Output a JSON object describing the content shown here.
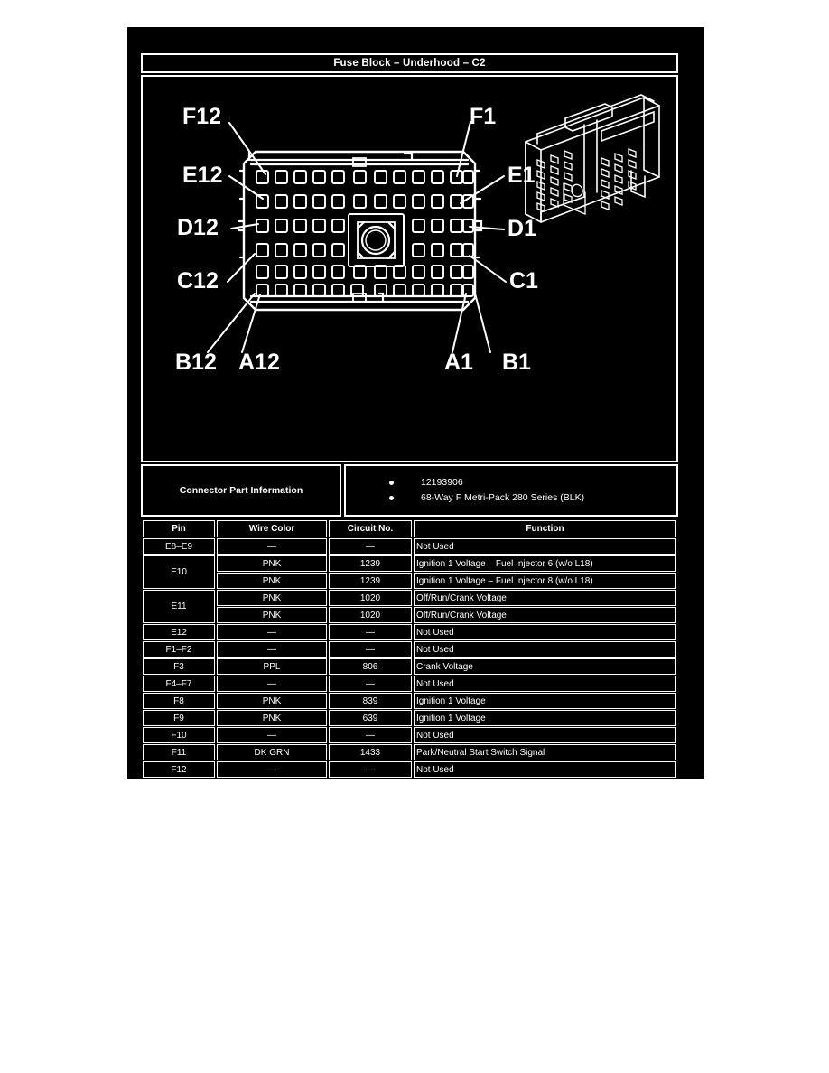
{
  "document": {
    "title": "Fuse Block – Underhood – C2"
  },
  "diagram": {
    "labels_left": [
      {
        "name": "F12",
        "text": "F12"
      },
      {
        "name": "E12",
        "text": "E12"
      },
      {
        "name": "D12",
        "text": "D12"
      },
      {
        "name": "C12",
        "text": "C12"
      }
    ],
    "labels_right": [
      {
        "name": "F1",
        "text": "F1"
      },
      {
        "name": "E1",
        "text": "E1"
      },
      {
        "name": "D1",
        "text": "D1"
      },
      {
        "name": "C1",
        "text": "C1"
      }
    ],
    "labels_bottom": [
      {
        "name": "B12",
        "text": "B12"
      },
      {
        "name": "A12",
        "text": "A12"
      },
      {
        "name": "A1",
        "text": "A1"
      },
      {
        "name": "B1",
        "text": "B1"
      }
    ],
    "grid": {
      "columns": 12,
      "rows": 6
    },
    "colors": {
      "line": "#ffffff",
      "background": "#000000"
    }
  },
  "connector_info": {
    "label": "Connector Part Information",
    "bullets": [
      "12193906",
      "68-Way F Metri-Pack 280 Series (BLK)"
    ]
  },
  "pin_table": {
    "headers": {
      "pin": "Pin",
      "wire_color": "Wire Color",
      "circuit_no": "Circuit No.",
      "function": "Function"
    },
    "rows": [
      {
        "pin": "E8–E9",
        "span": 1,
        "lines": [
          {
            "wire_color": "—",
            "circuit_no": "—",
            "function": "Not Used"
          }
        ]
      },
      {
        "pin": "E10",
        "span": 2,
        "lines": [
          {
            "wire_color": "PNK",
            "circuit_no": "1239",
            "function": "Ignition 1 Voltage – Fuel Injector 6 (w/o L18)"
          },
          {
            "wire_color": "PNK",
            "circuit_no": "1239",
            "function": "Ignition 1 Voltage – Fuel Injector 8 (w/o L18)"
          }
        ]
      },
      {
        "pin": "E11",
        "span": 2,
        "lines": [
          {
            "wire_color": "PNK",
            "circuit_no": "1020",
            "function": "Off/Run/Crank Voltage"
          },
          {
            "wire_color": "PNK",
            "circuit_no": "1020",
            "function": "Off/Run/Crank Voltage"
          }
        ]
      },
      {
        "pin": "E12",
        "span": 1,
        "lines": [
          {
            "wire_color": "—",
            "circuit_no": "—",
            "function": "Not Used"
          }
        ]
      },
      {
        "pin": "F1–F2",
        "span": 1,
        "lines": [
          {
            "wire_color": "—",
            "circuit_no": "—",
            "function": "Not Used"
          }
        ]
      },
      {
        "pin": "F3",
        "span": 1,
        "lines": [
          {
            "wire_color": "PPL",
            "circuit_no": "806",
            "function": "Crank Voltage"
          }
        ]
      },
      {
        "pin": "F4–F7",
        "span": 1,
        "lines": [
          {
            "wire_color": "—",
            "circuit_no": "—",
            "function": "Not Used"
          }
        ]
      },
      {
        "pin": "F8",
        "span": 1,
        "lines": [
          {
            "wire_color": "PNK",
            "circuit_no": "839",
            "function": "Ignition 1 Voltage"
          }
        ]
      },
      {
        "pin": "F9",
        "span": 1,
        "lines": [
          {
            "wire_color": "PNK",
            "circuit_no": "639",
            "function": "Ignition 1 Voltage"
          }
        ]
      },
      {
        "pin": "F10",
        "span": 1,
        "lines": [
          {
            "wire_color": "—",
            "circuit_no": "—",
            "function": "Not Used"
          }
        ]
      },
      {
        "pin": "F11",
        "span": 1,
        "lines": [
          {
            "wire_color": "DK GRN",
            "circuit_no": "1433",
            "function": "Park/Neutral Start Switch Signal"
          }
        ]
      },
      {
        "pin": "F12",
        "span": 1,
        "lines": [
          {
            "wire_color": "—",
            "circuit_no": "—",
            "function": "Not Used"
          }
        ]
      }
    ]
  }
}
